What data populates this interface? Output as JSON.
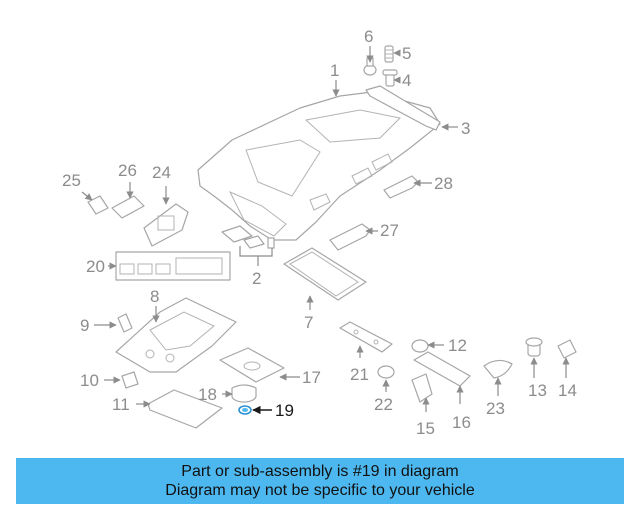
{
  "diagram": {
    "callouts": [
      "1",
      "2",
      "3",
      "4",
      "5",
      "6",
      "7",
      "8",
      "9",
      "10",
      "11",
      "12",
      "13",
      "14",
      "15",
      "16",
      "17",
      "18",
      "19",
      "20",
      "21",
      "22",
      "23",
      "24",
      "25",
      "26",
      "27",
      "28"
    ],
    "highlighted_part": "19"
  },
  "banner": {
    "line1": "Part or sub-assembly is #19 in diagram",
    "line2": "Diagram may not be specific to your vehicle",
    "color": "#4db8f0"
  }
}
